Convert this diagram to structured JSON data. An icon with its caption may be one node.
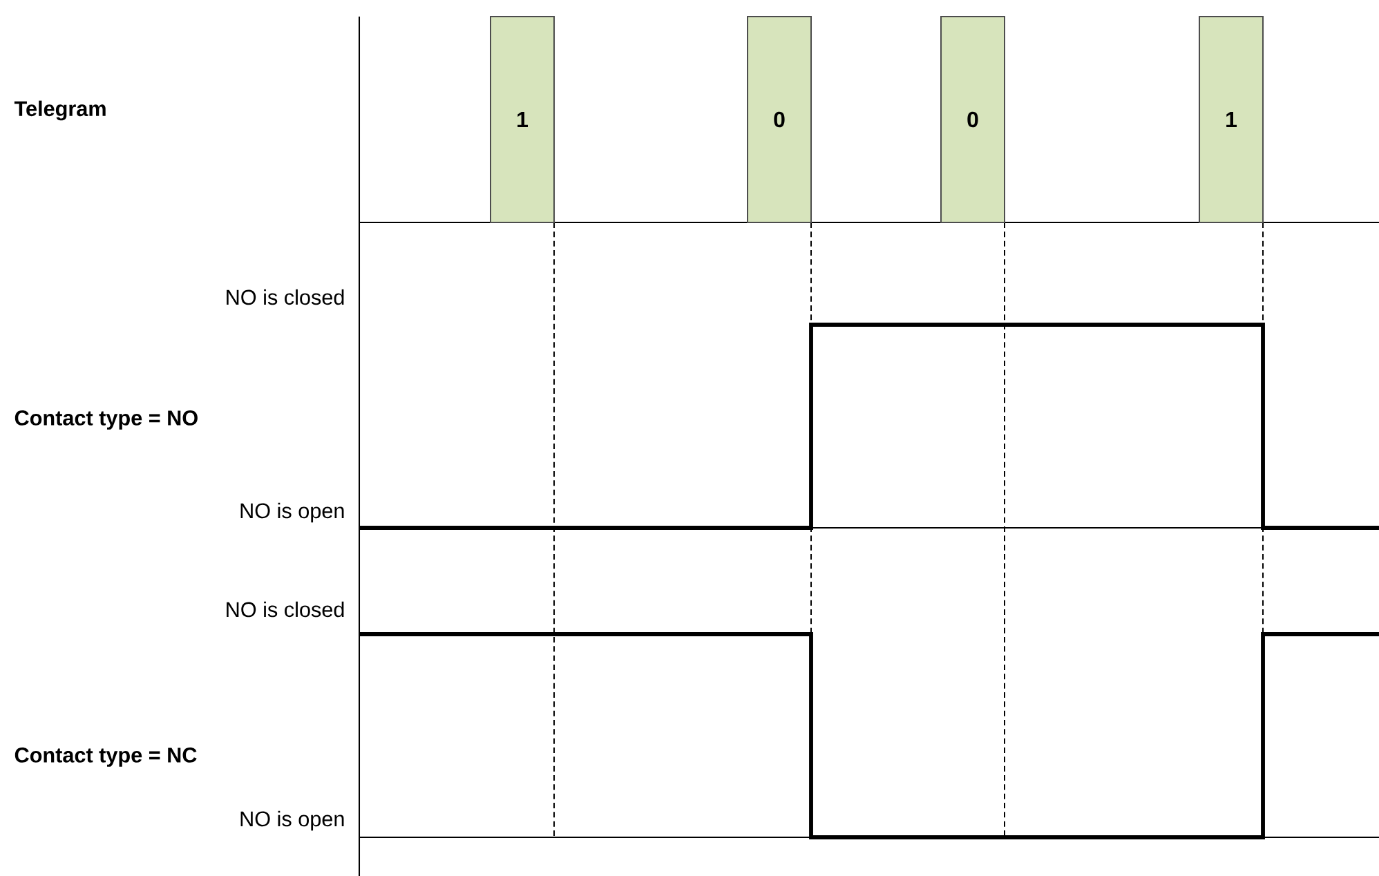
{
  "diagram": {
    "nodes": [
      {
        "text": [
          "1"
        ]
      },
      {
        "text": [
          "0"
        ]
      },
      {
        "text": [
          "0"
        ]
      },
      {
        "text": [
          "1"
        ]
      }
    ],
    "labels": [
      "Telegram",
      "NO is closed",
      "Contact type = NO",
      "NO is open",
      "NO is closed",
      "Contact type = NC",
      "NO is open"
    ]
  }
}
